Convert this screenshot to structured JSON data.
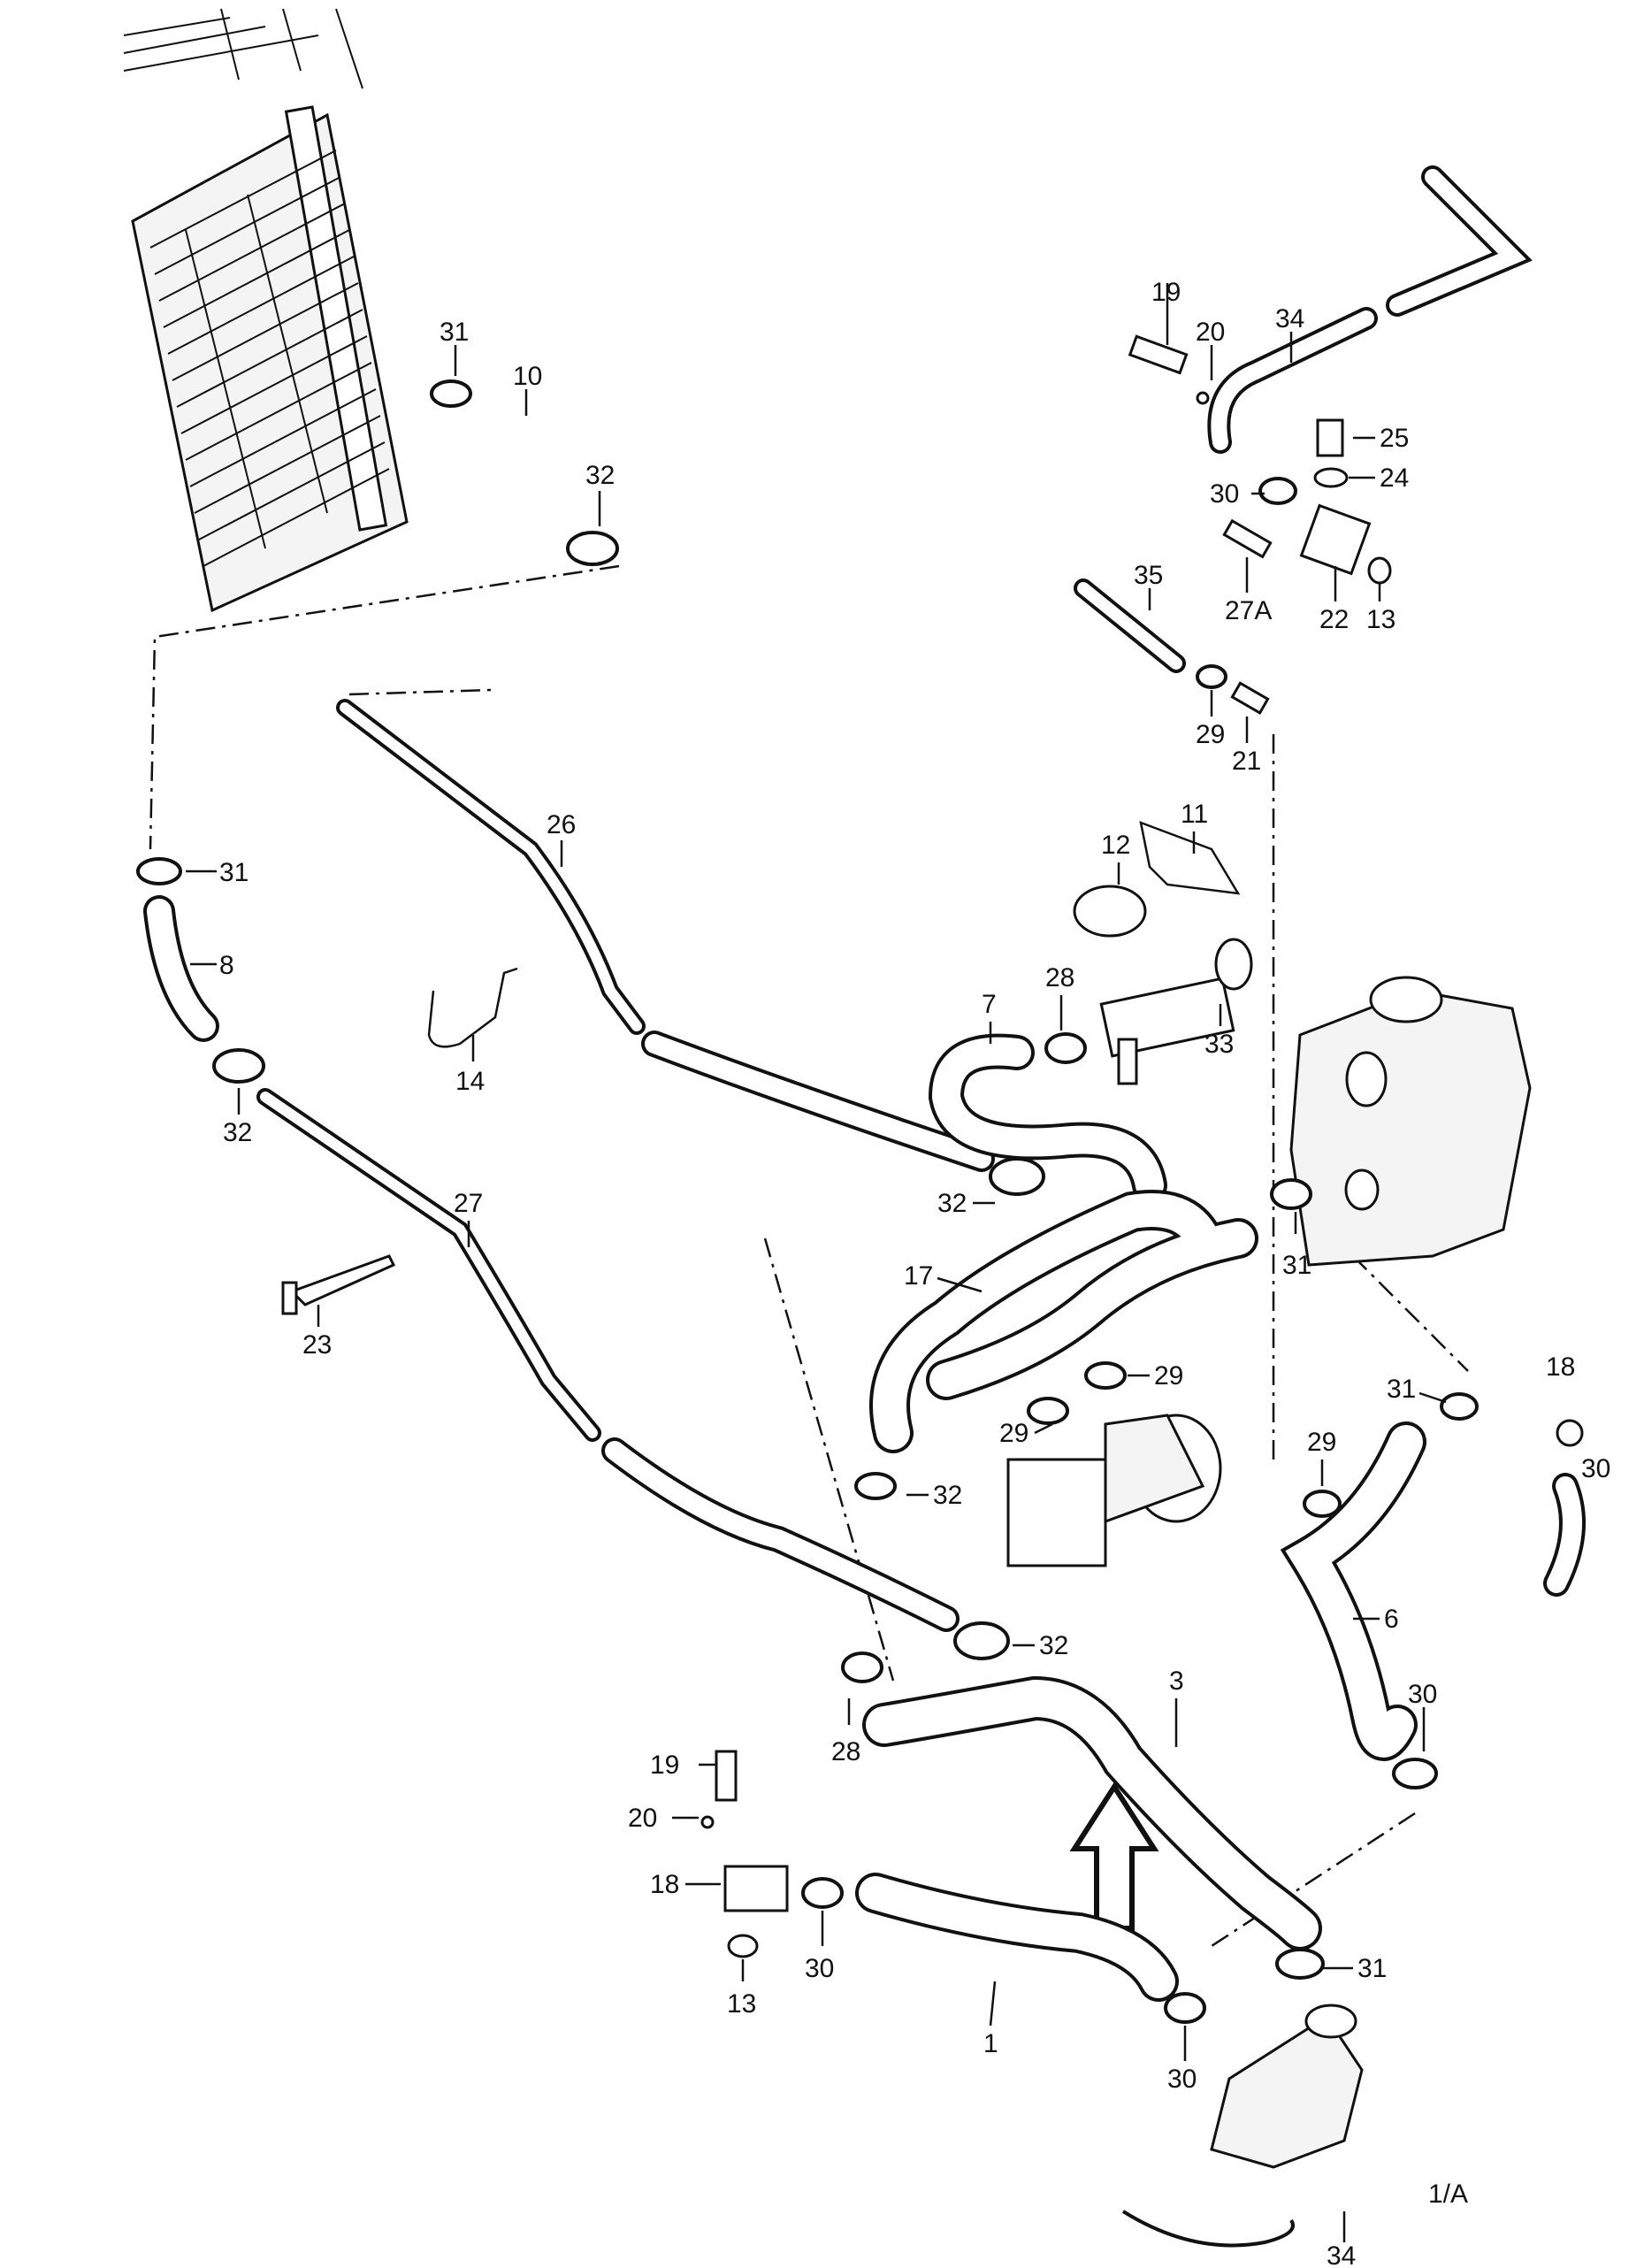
{
  "labels": {
    "l1": "1",
    "l3": "3",
    "l6": "6",
    "l7": "7",
    "l8": "8",
    "l10": "10",
    "l11": "11",
    "l12": "12",
    "l13a": "13",
    "l13b": "13",
    "l14": "14",
    "l17": "17",
    "l18a": "18",
    "l18b": "18",
    "l19a": "19",
    "l19b": "19",
    "l20a": "20",
    "l20b": "20",
    "l21": "21",
    "l22": "22",
    "l23": "23",
    "l24": "24",
    "l25": "25",
    "l26": "26",
    "l27": "27",
    "l27a": "27A",
    "l28a": "28",
    "l28b": "28",
    "l29a": "29",
    "l29b": "29",
    "l29c": "29",
    "l29d": "29",
    "l30a": "30",
    "l30b": "30",
    "l30c": "30",
    "l30d": "30",
    "l30e": "30",
    "l31a": "31",
    "l31b": "31",
    "l31c": "31",
    "l31d": "31",
    "l31e": "31",
    "l32a": "32",
    "l32b": "32",
    "l32c": "32",
    "l32d": "32",
    "l32e": "32",
    "l33": "33",
    "l34a": "34",
    "l34b": "34",
    "l35": "35",
    "l1a": "1/A"
  },
  "colors": {
    "ink": "#111111",
    "paper": "#ffffff"
  }
}
